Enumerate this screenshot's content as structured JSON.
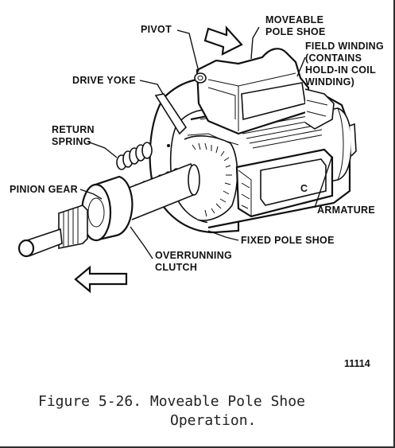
{
  "labels": {
    "pivot": "PIVOT",
    "moveable_pole_shoe": [
      "MOVEABLE",
      "POLE SHOE"
    ],
    "field_winding": [
      "FIELD WINDING",
      "(CONTAINS",
      "HOLD-IN COIL",
      "WINDING)"
    ],
    "drive_yoke": "DRIVE YOKE",
    "return_spring": [
      "RETURN",
      "SPRING"
    ],
    "pinion_gear": "PINION GEAR",
    "armature": "ARMATURE",
    "fixed_pole_shoe": "FIXED POLE SHOE",
    "overrunning_clutch": [
      "OVERRUNNING",
      "CLUTCH"
    ],
    "pole_letter": "C"
  },
  "figure_number": "11114",
  "caption": [
    "Figure 5-26. Moveable Pole Shoe",
    "Operation."
  ],
  "icons": [
    "arrow-right-icon",
    "arrow-left-icon"
  ]
}
